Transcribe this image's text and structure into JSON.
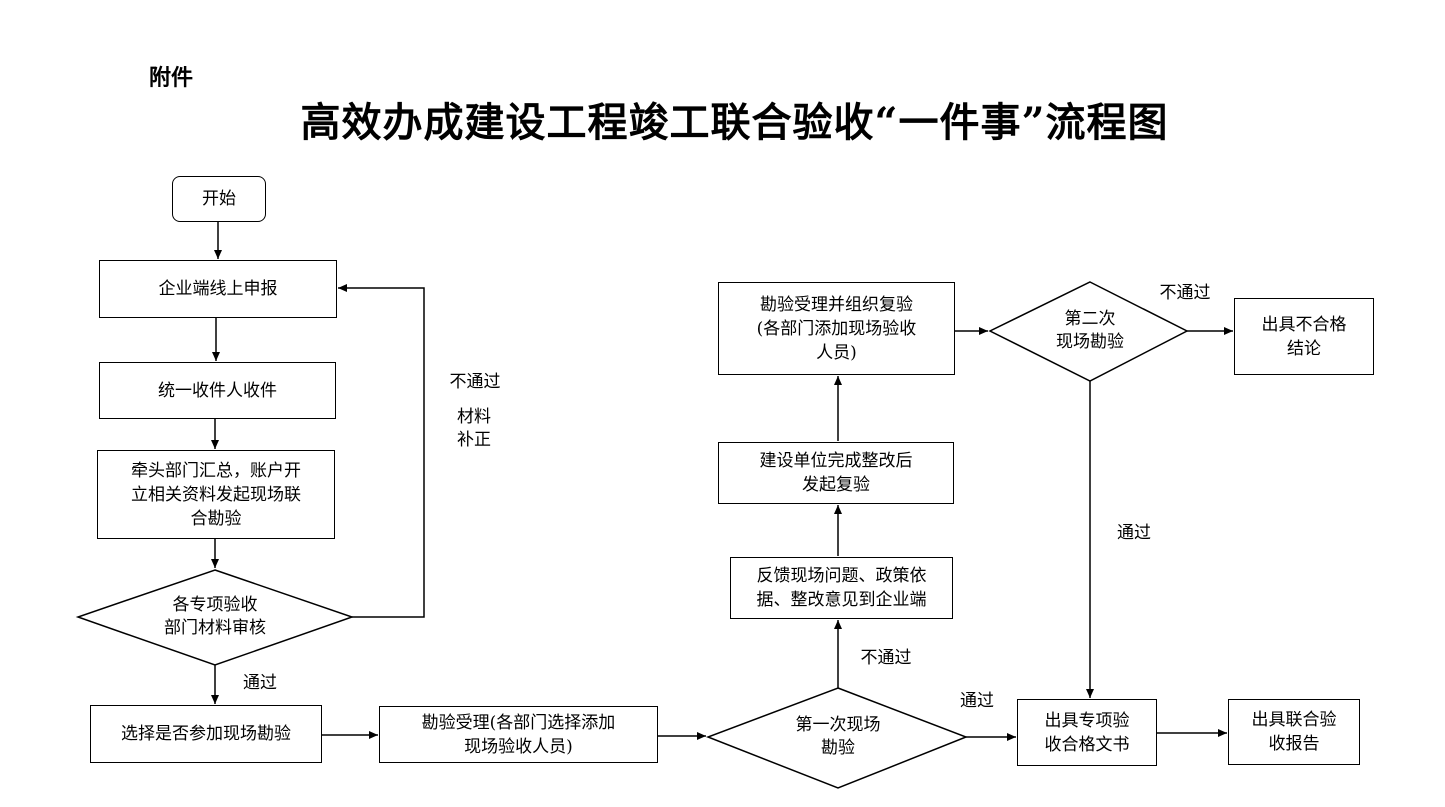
{
  "header": {
    "attachment": "附件",
    "title": "高效办成建设工程竣工联合验收“一件事”流程图"
  },
  "nodes": {
    "start": "开始",
    "online_report": "企业端线上申报",
    "unified_receive": "统一收件人收件",
    "lead_dept": "牵头部门汇总，账户开\n立相关资料发起现场联\n合勘验",
    "material_review": "各专项验收\n部门材料审核",
    "choose_inspection": "选择是否参加现场勘验",
    "inspection_accept": "勘验受理(各部门选择添加\n现场验收人员)",
    "first_inspection": "第一次现场\n勘验",
    "feedback": "反馈现场问题、政策依\n据、整改意见到企业端",
    "rectify": "建设单位完成整改后\n发起复验",
    "reinspection_accept": "勘验受理并组织复验\n(各部门添加现场验收\n人员)",
    "second_inspection": "第二次\n现场勘验",
    "fail_conclusion": "出具不合格\n结论",
    "special_cert": "出具专项验\n收合格文书",
    "joint_report": "出具联合验\n收报告"
  },
  "edge_labels": {
    "fail_supplement": "不通过",
    "supplement_materials": "材料\n补正",
    "pass_review": "通过",
    "fail_first": "不通过",
    "pass_first": "通过",
    "fail_second": "不通过",
    "pass_second": "通过"
  }
}
